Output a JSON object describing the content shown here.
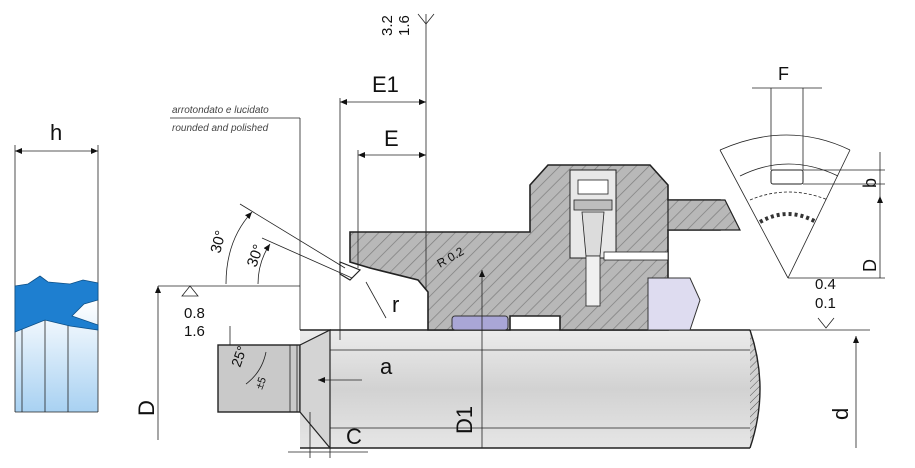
{
  "labels": {
    "h": "h",
    "E1": "E1",
    "E": "E",
    "F": "F",
    "b": "b",
    "D_right": "D",
    "D": "D",
    "D1": "D1",
    "d": "d",
    "a": "a",
    "C": "C",
    "r": "r",
    "R": "R 0.2",
    "angle_outer": "30°",
    "angle_inner": "30°",
    "chamfer_angle": "25°",
    "chamfer_tol": "±5",
    "rough_top_a": "3.2",
    "rough_top_b": "1.6",
    "rough_left_a": "0.8",
    "rough_left_b": "1.6",
    "rough_right_a": "0.4",
    "rough_right_b": "0.1"
  },
  "notes": {
    "italian": "arrotondato e lucidato",
    "english": "rounded and polished"
  },
  "colors": {
    "seal": "#1e7fd0",
    "seal_light": "#b9daf4",
    "rod_shade": "#d8d8d8",
    "hatch": "#9a9a9a",
    "insert": "#a9a6d6"
  }
}
